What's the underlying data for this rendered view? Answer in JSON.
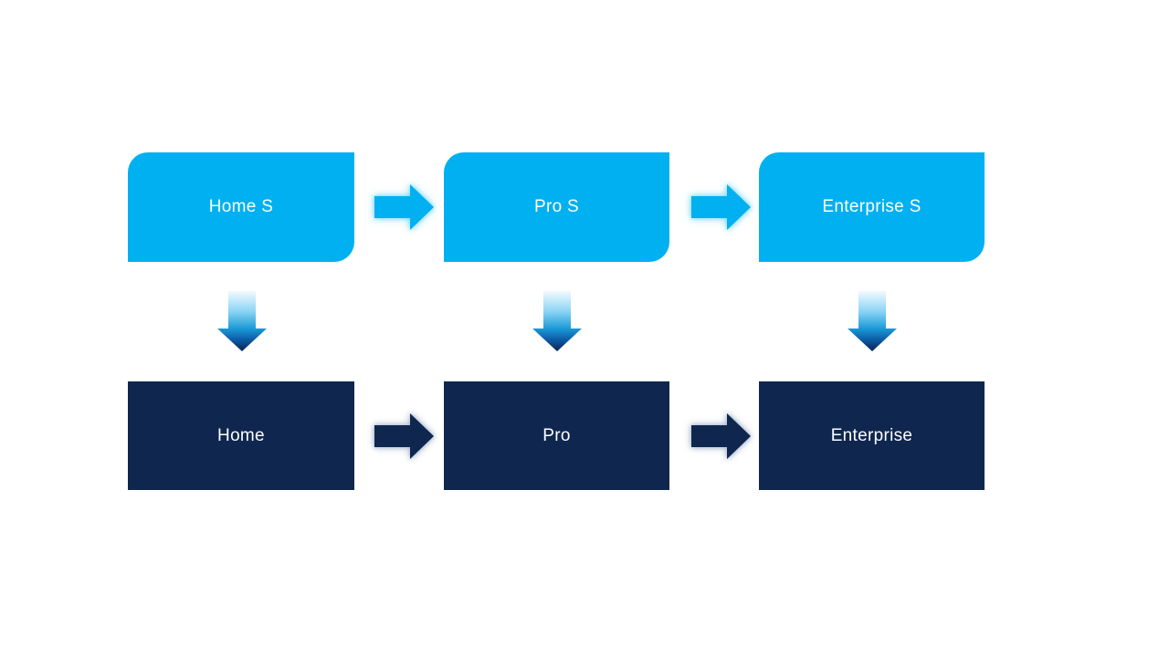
{
  "slide": {
    "background": "#FFFFFF",
    "colors": {
      "upper_box_fill": "#00B0F0",
      "lower_box_fill": "#0F274F",
      "box_text": "#FFFFFF",
      "upper_arrow_fill": "#00B0F0",
      "lower_arrow_fill": "#0F274F",
      "down_arrow_gradient": [
        "#F2FAFE",
        "#8AD4F5",
        "#1D9AD7",
        "#0D5EA8",
        "#0A2351"
      ]
    },
    "columns": [
      {
        "top_label": "Home S",
        "bottom_label": "Home"
      },
      {
        "top_label": "Pro S",
        "bottom_label": "Pro"
      },
      {
        "top_label": "Enterprise S",
        "bottom_label": "Enterprise"
      }
    ],
    "icons": [
      "right-arrow-icon",
      "down-arrow-icon"
    ]
  }
}
